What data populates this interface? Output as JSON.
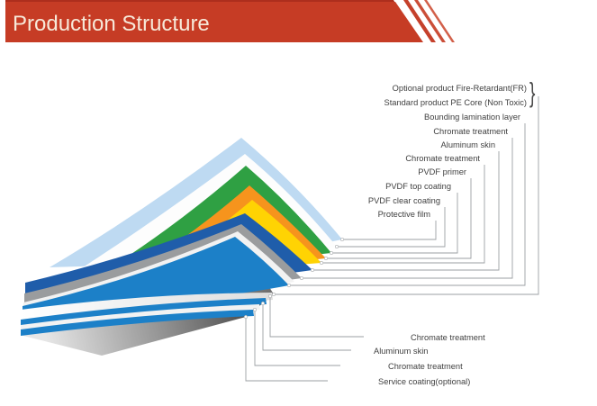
{
  "header": {
    "title": "Production Structure",
    "banner_color": "#C63C25",
    "banner_top_edge_color": "#AD2E1D",
    "stripe_color": "#C5402B",
    "title_color": "#F7E9D9"
  },
  "diagram": {
    "brace": "}",
    "connector_color": "#9B9FA3",
    "top_labels": [
      {
        "label": "Optional product Fire-Retardant(FR)"
      },
      {
        "label": "Standard product PE Core (Non Toxic)"
      },
      {
        "label": "Bounding lamination layer"
      },
      {
        "label": "Chromate treatment"
      },
      {
        "label": "Aluminum skin"
      },
      {
        "label": "Chromate treatment"
      },
      {
        "label": "PVDF primer"
      },
      {
        "label": "PVDF top coating"
      },
      {
        "label": "PVDF clear coating"
      },
      {
        "label": "Protective film"
      }
    ],
    "bottom_labels": [
      {
        "label": "Chromate treatment"
      },
      {
        "label": "Aluminum skin"
      },
      {
        "label": "Chromate treatment"
      },
      {
        "label": "Service coating(optional)"
      }
    ],
    "layer_colors": {
      "protective_film": "#BEDAF2",
      "pvdf_clear_coating": "#FDFDFD",
      "pvdf_top_coating": "#2FA043",
      "pvdf_primer": "#F6941D",
      "chromate_treatment_yellow": "#FFD303",
      "aluminum_skin_top": "#1F5DAA",
      "chromate_treatment_gray": "#9A9C9E",
      "bounding_lamination_layer": "#1C80C8",
      "core_front_face": "#FBFBFB",
      "aluminum_skin_bottom": "#1C80C8",
      "chromate_strip_white": "#F2F2F2",
      "service_coating_dark": "#414141"
    }
  }
}
